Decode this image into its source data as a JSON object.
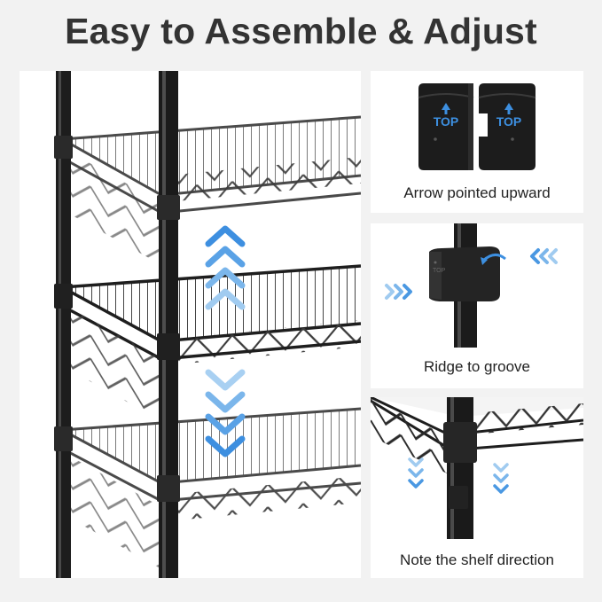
{
  "title": "Easy to Assemble & Adjust",
  "panels": [
    {
      "caption": "Arrow pointed upward",
      "sleeve_label": "TOP"
    },
    {
      "caption": "Ridge to groove"
    },
    {
      "caption": "Note the shelf direction"
    }
  ],
  "colors": {
    "background": "#f2f2f2",
    "title": "#333333",
    "accent_blue": "#3d8fe0",
    "metal": "#2a2a2a",
    "shelf": "#3a3a3a"
  },
  "icons": [
    "up-chevrons-icon",
    "down-chevrons-icon",
    "right-chevrons-icon",
    "left-chevrons-icon",
    "rotate-arrow-icon"
  ]
}
